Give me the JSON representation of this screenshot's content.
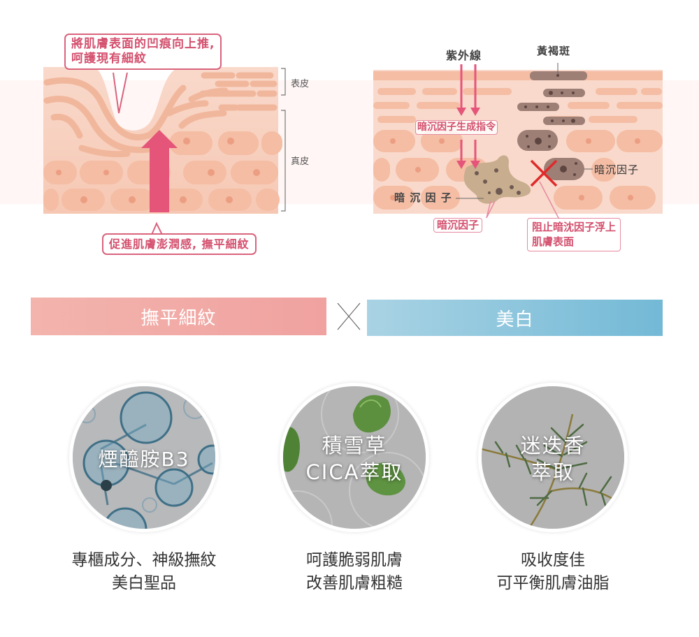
{
  "left_diagram": {
    "top_callout_line1": "將肌膚表面的凹痕向上推,",
    "top_callout_line2": "呵護現有細紋",
    "label_epidermis": "表皮",
    "label_dermis": "真皮",
    "bottom_callout": "促進肌膚澎潤感, 撫平細紋",
    "arrow_color": "#e5557a"
  },
  "right_diagram": {
    "label_uv": "紫外線",
    "label_spot": "黃褐斑",
    "label_command": "暗沉因子生成指令",
    "label_factor_right": "暗沉因子",
    "label_factor_left": "暗 沉 因 子",
    "label_factor_box": "暗沉因子",
    "label_block_line1": "阻止暗沈因子浮上",
    "label_block_line2": "肌膚表面",
    "cross_color": "#e02a2a"
  },
  "banners": {
    "left": "撫平細紋",
    "right": "美白",
    "left_color": "#f1a9a6",
    "right_color": "#8cc6dd"
  },
  "ingredients": [
    {
      "title_line1": "煙醯胺B3",
      "title_line2": "",
      "desc_line1": "專櫃成分、神級撫紋",
      "desc_line2": "美白聖品"
    },
    {
      "title_line1": "積雪草",
      "title_line2": "CICA萃取",
      "desc_line1": "呵護脆弱肌膚",
      "desc_line2": "改善肌膚粗糙"
    },
    {
      "title_line1": "迷迭香",
      "title_line2": "萃取",
      "desc_line1": "吸收度佳",
      "desc_line2": "可平衡肌膚油脂"
    }
  ]
}
